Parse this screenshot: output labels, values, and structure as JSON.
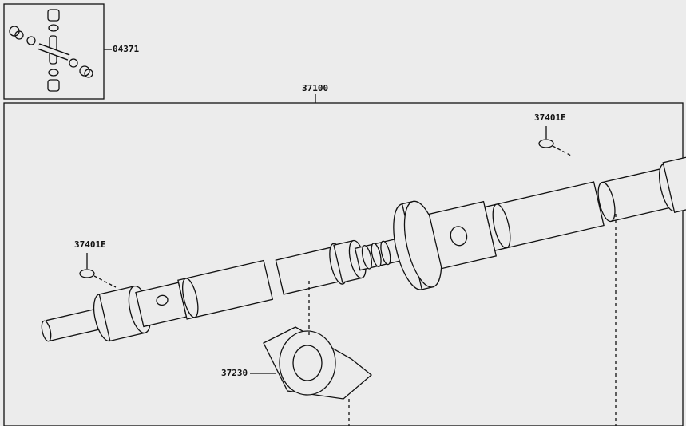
{
  "diagram": {
    "callouts": {
      "universal_joint_kit": "04371",
      "propeller_shaft_assy": "37100",
      "snap_ring_rear": "37401E",
      "snap_ring_front": "37401E",
      "center_bearing": "37230"
    }
  }
}
